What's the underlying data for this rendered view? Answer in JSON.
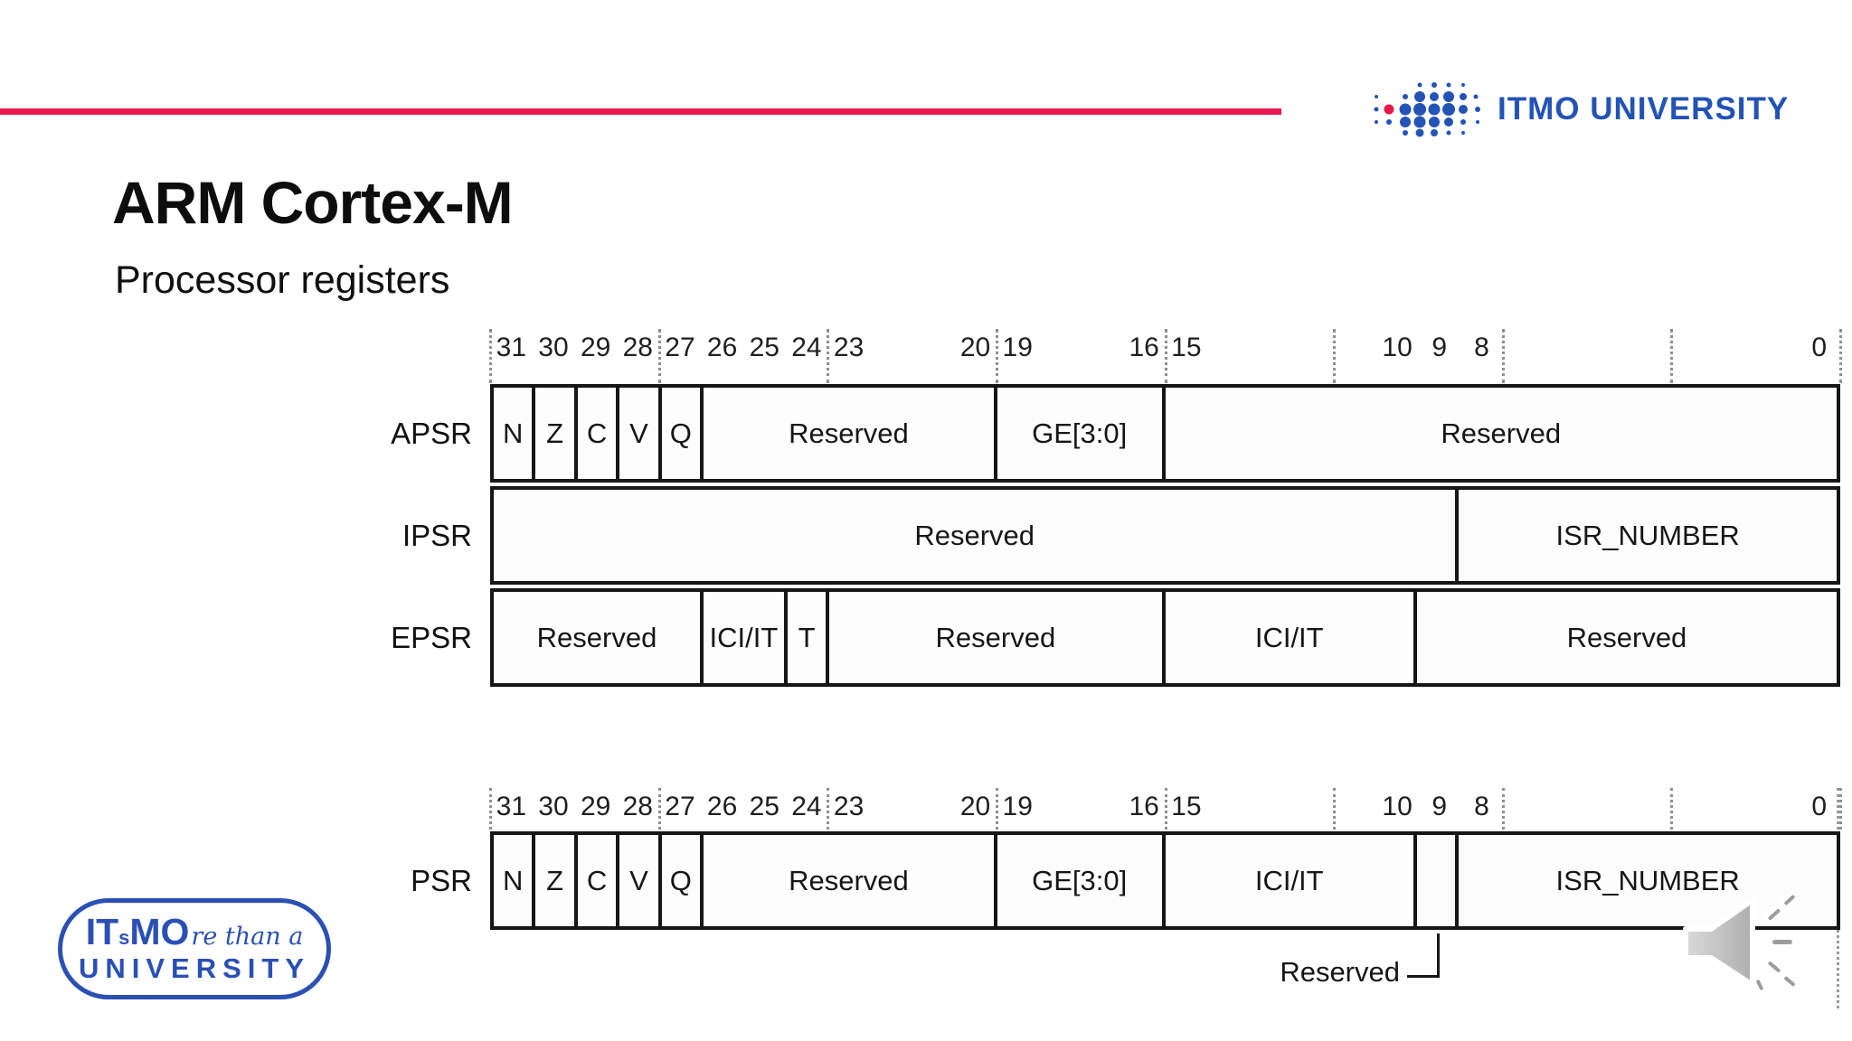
{
  "accent": {
    "red": "#e9184c",
    "brand_blue": "#2353b5",
    "logo_blue": "#2b50b4"
  },
  "brand": {
    "logo_text": "ITMO UNIVERSITY"
  },
  "title": "ARM Cortex-M",
  "subtitle": "Processor registers",
  "bit_ruler": {
    "labels": [
      31,
      30,
      29,
      28,
      27,
      26,
      25,
      24,
      23,
      20,
      19,
      16,
      15,
      10,
      9,
      8,
      0
    ],
    "tick_boundaries": [
      0,
      4,
      8,
      12,
      16,
      20,
      24,
      28,
      32
    ]
  },
  "registers_diagram": {
    "rows": [
      {
        "name": "APSR",
        "fields": [
          {
            "label": "N",
            "msb": 31,
            "lsb": 31
          },
          {
            "label": "Z",
            "msb": 30,
            "lsb": 30
          },
          {
            "label": "C",
            "msb": 29,
            "lsb": 29
          },
          {
            "label": "V",
            "msb": 28,
            "lsb": 28
          },
          {
            "label": "Q",
            "msb": 27,
            "lsb": 27
          },
          {
            "label": "Reserved",
            "msb": 26,
            "lsb": 20
          },
          {
            "label": "GE[3:0]",
            "msb": 19,
            "lsb": 16
          },
          {
            "label": "Reserved",
            "msb": 15,
            "lsb": 0
          }
        ]
      },
      {
        "name": "IPSR",
        "fields": [
          {
            "label": "Reserved",
            "msb": 31,
            "lsb": 9
          },
          {
            "label": "ISR_NUMBER",
            "msb": 8,
            "lsb": 0
          }
        ]
      },
      {
        "name": "EPSR",
        "fields": [
          {
            "label": "Reserved",
            "msb": 31,
            "lsb": 27
          },
          {
            "label": "ICI/IT",
            "msb": 26,
            "lsb": 25
          },
          {
            "label": "T",
            "msb": 24,
            "lsb": 24
          },
          {
            "label": "Reserved",
            "msb": 23,
            "lsb": 16
          },
          {
            "label": "ICI/IT",
            "msb": 15,
            "lsb": 10
          },
          {
            "label": "Reserved",
            "msb": 9,
            "lsb": 0
          }
        ]
      }
    ]
  },
  "psr_diagram": {
    "rows": [
      {
        "name": "PSR",
        "fields": [
          {
            "label": "N",
            "msb": 31,
            "lsb": 31
          },
          {
            "label": "Z",
            "msb": 30,
            "lsb": 30
          },
          {
            "label": "C",
            "msb": 29,
            "lsb": 29
          },
          {
            "label": "V",
            "msb": 28,
            "lsb": 28
          },
          {
            "label": "Q",
            "msb": 27,
            "lsb": 27
          },
          {
            "label": "Reserved",
            "msb": 26,
            "lsb": 20
          },
          {
            "label": "GE[3:0]",
            "msb": 19,
            "lsb": 16
          },
          {
            "label": "ICI/IT",
            "msb": 15,
            "lsb": 10
          },
          {
            "label": "",
            "msb": 9,
            "lsb": 9
          },
          {
            "label": "ISR_NUMBER",
            "msb": 8,
            "lsb": 0
          }
        ]
      }
    ],
    "callout": {
      "label": "Reserved",
      "bit": 9
    }
  },
  "footer_logo": {
    "it": "IT",
    "s": "s",
    "mo": "MO",
    "script": "re than a",
    "university": "UNIVERSITY"
  },
  "icons": {
    "audio": "speaker-with-sound-waves",
    "brand_mark": "itmo-dot-cluster"
  }
}
